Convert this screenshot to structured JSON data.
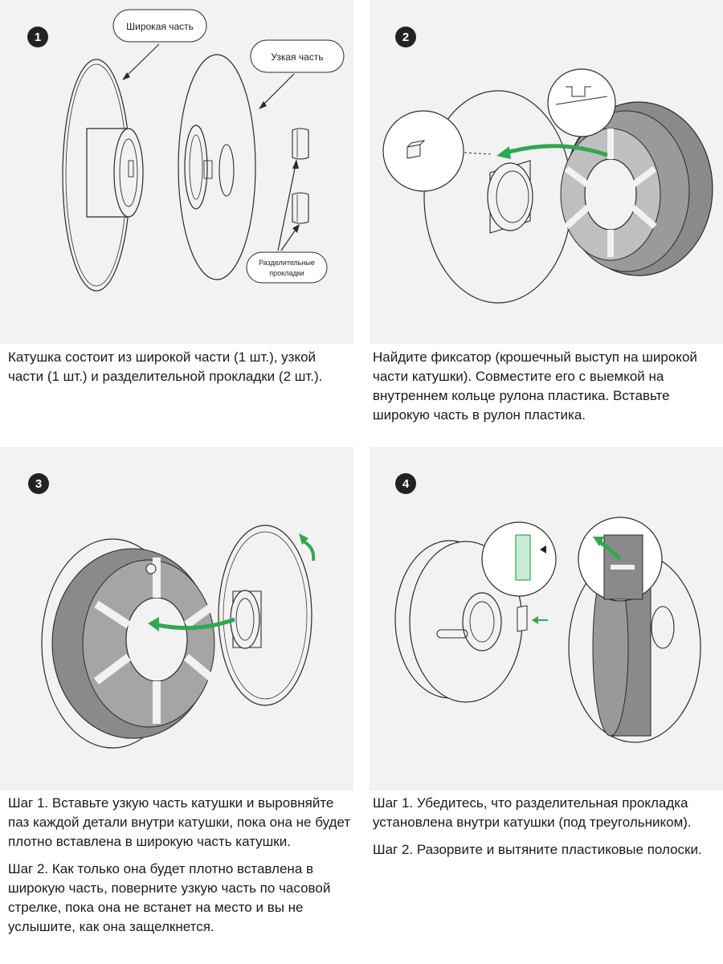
{
  "steps": [
    {
      "number": "1",
      "labels": {
        "wide_part": "Широкая часть",
        "narrow_part": "Узкая часть",
        "spacers_line1": "Разделительные",
        "spacers_line2": "прокладки"
      },
      "caption": [
        "Катушка состоит из широкой части (1 шт.), узкой части (1 шт.) и разделительной прокладки (2 шт.)."
      ]
    },
    {
      "number": "2",
      "caption": [
        "Найдите фиксатор (крошечный выступ на широкой части катушки). Совместите его с выемкой на внутреннем кольце рулона пластика. Вставьте широкую часть в рулон пластика."
      ]
    },
    {
      "number": "3",
      "caption": [
        "Шаг 1. Вставьте узкую часть катушки и выровняйте паз каждой детали внутри катушки, пока она не будет плотно вставлена в широкую часть катушки.",
        "Шаг 2. Как только она будет плотно вставлена в широкую часть, поверните узкую часть по часовой стрелке, пока она не встанет на место и вы не услышите, как она защелкнется."
      ]
    },
    {
      "number": "4",
      "caption": [
        "Шаг 1. Убедитесь, что разделительная прокладка установлена внутри катушки (под треугольником).",
        "Шаг 2. Разорвите и вытяните пластиковые полоски."
      ]
    }
  ],
  "colors": {
    "panel_bg": "#f2f2f2",
    "line": "#2b2b2b",
    "arrow_green": "#2fa84f",
    "badge": "#222222"
  }
}
